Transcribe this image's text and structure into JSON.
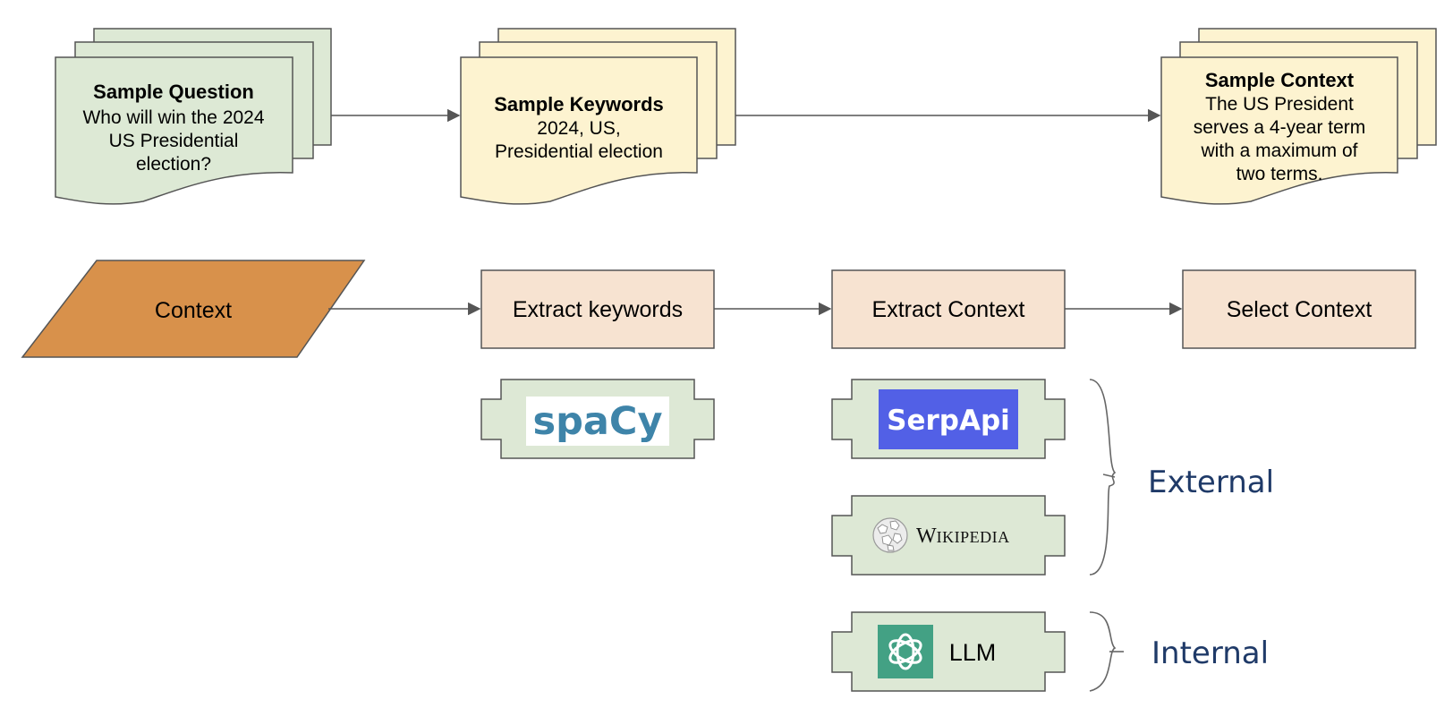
{
  "documents": {
    "question": {
      "title": "Sample Question",
      "lines": [
        "Who will win the 2024",
        "US Presidential",
        "election?"
      ]
    },
    "keywords": {
      "title": "Sample Keywords",
      "lines": [
        "2024, US,",
        "Presidential election"
      ]
    },
    "context": {
      "title": "Sample Context",
      "lines": [
        "The US President",
        "serves a 4-year term",
        "with a maximum of",
        "two terms."
      ]
    }
  },
  "flow": {
    "input": "Context",
    "steps": [
      "Extract keywords",
      "Extract Context",
      "Select Context"
    ]
  },
  "tools": {
    "spacy": "spaCy",
    "serpapi": "SerpApi",
    "wikipedia": "Wikipedia",
    "llm": "LLM"
  },
  "groups": {
    "external": "External",
    "internal": "Internal"
  },
  "colors": {
    "doc_green": "#dde9d5",
    "doc_yellow": "#fdf3d0",
    "input_orange": "#d8914b",
    "process_peach": "#f7e3d1",
    "tool_green": "#dde8d5",
    "serpapi_blue": "#5260e6",
    "openai_green": "#43a184",
    "spacy_blue": "#3e84a9",
    "stroke": "#555555",
    "label_navy": "#1f3a68"
  }
}
